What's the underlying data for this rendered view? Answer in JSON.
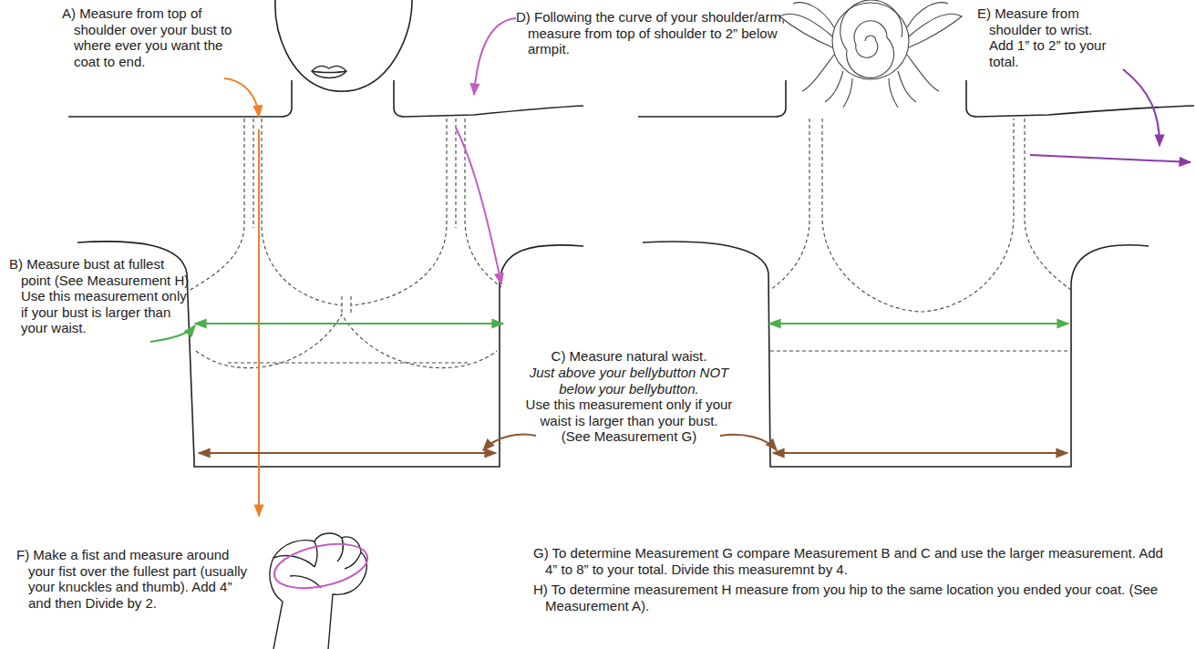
{
  "diagram": {
    "labels": [
      "A) Measure from top of shoulder over your bust to where ever you want the coat to end.",
      "D) Following the curve of your shoulder/arm, measure from top of shoulder to 2” below armpit.",
      "E) Measure from shoulder to wrist. Add 1” to 2” to your total.",
      "B) Measure bust at fullest point (See Measurement H) Use this measurement only if your bust is larger than your waist.",
      "C) Measure natural waist.",
      "Just above your bellybutton NOT below your bellybutton.",
      "Use this measurement only if your waist is larger than your bust. (See Measurement G)",
      "F) Make a fist and measure around your fist over the fullest part (usually your knuckles and thumb). Add 4” and then Divide by 2.",
      "G) To determine Measurement G compare Measurement B and C and use the larger measurement. Add 4” to 8” to your total. Divide this measuremnt by 4.",
      "H) To determine measurement H measure from you hip to the same location you ended your coat. (See Measurement A)."
    ]
  }
}
